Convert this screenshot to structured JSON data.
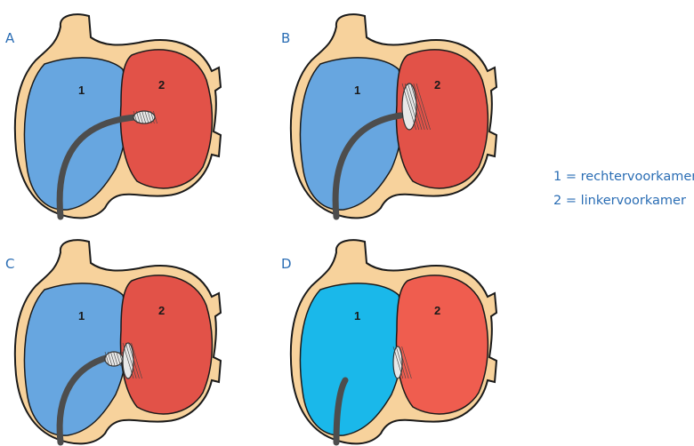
{
  "panels": [
    {
      "letter": "A",
      "label1": "1",
      "label2": "2",
      "device": "catheter-tip"
    },
    {
      "letter": "B",
      "label1": "1",
      "label2": "2",
      "device": "left-disc-deployed"
    },
    {
      "letter": "C",
      "label1": "1",
      "label2": "2",
      "device": "both-discs-deployed"
    },
    {
      "letter": "D",
      "label1": "1",
      "label2": "2",
      "device": "device-released"
    }
  ],
  "legend": [
    "1 = rechtervoorkamer",
    "2 = linkervoorkamer"
  ],
  "colors": {
    "right_atrium": "#67a6e0",
    "right_atrium_d": "#1ab8ea",
    "left_atrium": "#e25248",
    "left_atrium_d": "#ef5d4f",
    "heart_wall": "#f7d29c",
    "catheter": "#4d4d4d",
    "label_text": "#2a6db4"
  }
}
